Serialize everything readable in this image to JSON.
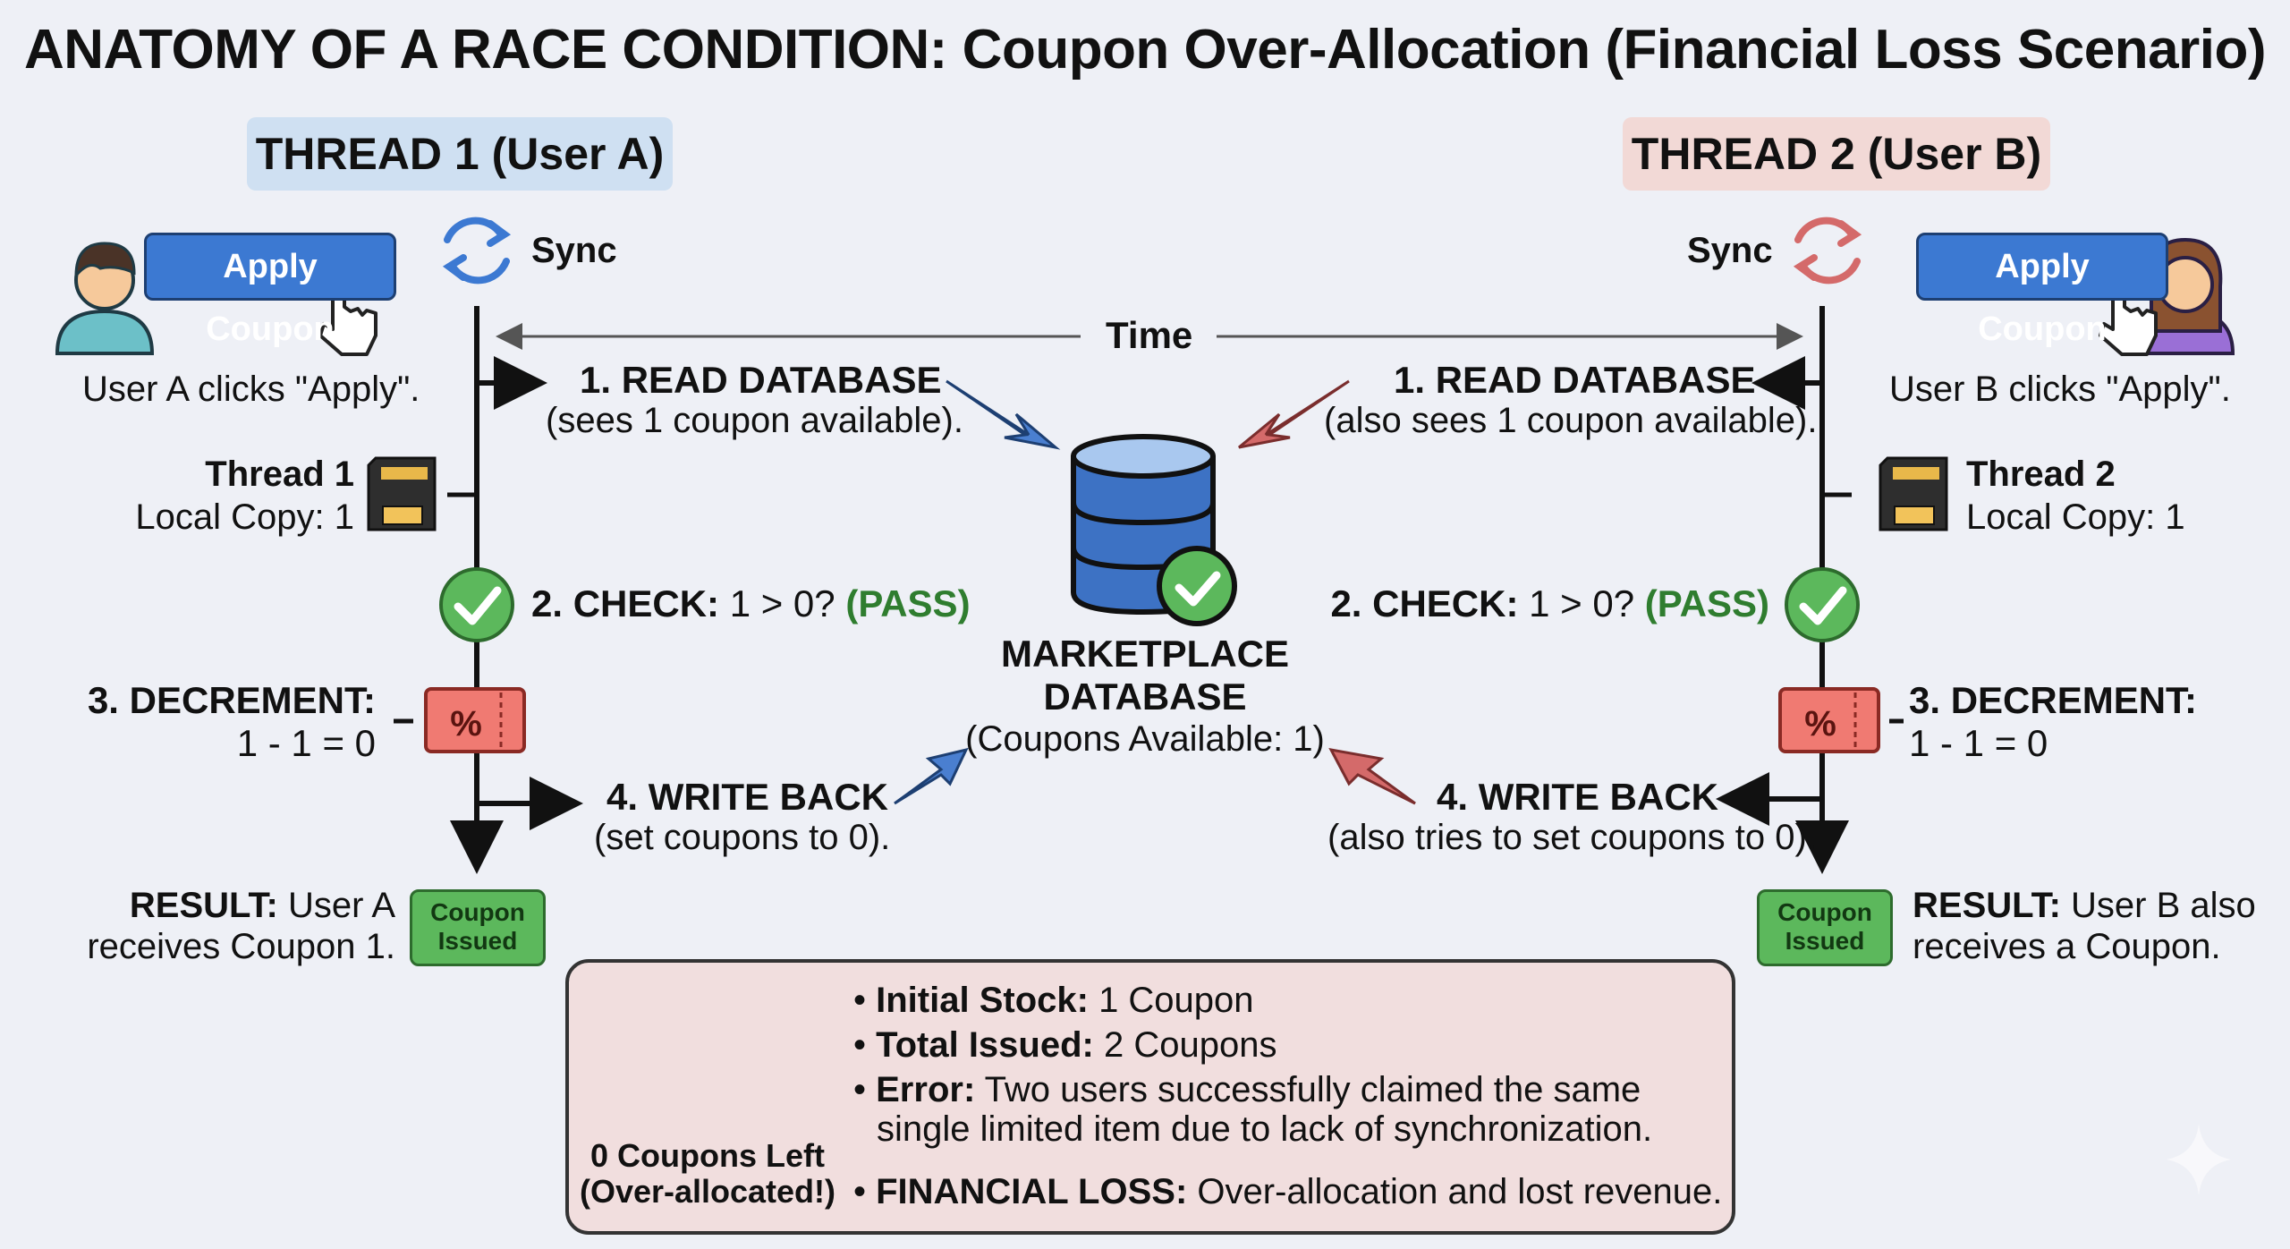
{
  "title": "ANATOMY OF A RACE CONDITION: Coupon Over-Allocation (Financial Loss Scenario)",
  "thread1": {
    "header": "THREAD 1 (User A)",
    "button": "Apply Coupon",
    "click_caption": "User A clicks \"Apply\".",
    "sync": "Sync",
    "step1_title": "1. READ DATABASE",
    "step1_desc": "(sees 1 coupon available).",
    "local_title": "Thread 1",
    "local_value": "Local Copy: 1",
    "step2_label": "2. CHECK:",
    "step2_expr": "1 > 0?",
    "step2_result": "(PASS)",
    "step3_title": "3. DECREMENT:",
    "step3_expr": "1 - 1 = 0",
    "step4_title": "4. WRITE BACK",
    "step4_desc": "(set coupons to 0).",
    "result_label": "RESULT:",
    "result_text_1": "User A",
    "result_text_2": "receives Coupon 1.",
    "ticket_1": "Coupon",
    "ticket_2": "Issued"
  },
  "thread2": {
    "header": "THREAD 2 (User B)",
    "button": "Apply Coupon",
    "click_caption": "User B clicks \"Apply\".",
    "sync": "Sync",
    "step1_title": "1. READ DATABASE",
    "step1_desc": "(also sees 1 coupon available).",
    "local_title": "Thread 2",
    "local_value": "Local Copy: 1",
    "step2_label": "2. CHECK:",
    "step2_expr": "1 > 0?",
    "step2_result": "(PASS)",
    "step3_title": "3. DECREMENT:",
    "step3_expr": "1 - 1 = 0",
    "step4_title": "4. WRITE BACK",
    "step4_desc": "(also tries to set coupons to 0).",
    "result_label": "RESULT:",
    "result_text_1": "User B also",
    "result_text_2": "receives a Coupon.",
    "ticket_1": "Coupon",
    "ticket_2": "Issued"
  },
  "time_label": "Time",
  "database": {
    "line1": "MARKETPLACE",
    "line2": "DATABASE",
    "line3": "(Coupons Available: 1)"
  },
  "summary": {
    "db_caption_1": "0 Coupons Left",
    "db_caption_2": "(Over-allocated!)",
    "initial_label": "Initial Stock:",
    "initial_value": "1 Coupon",
    "issued_label": "Total Issued:",
    "issued_value": "2 Coupons",
    "error_label": "Error:",
    "error_value_1": "Two users successfully claimed the same",
    "error_value_2": "single limited item due to lack of synchronization.",
    "loss_label": "FINANCIAL LOSS:",
    "loss_value": "Over-allocation and lost revenue."
  },
  "colors": {
    "background": "#eef0f6",
    "thread1_header": "#cfe0f2",
    "thread2_header": "#f2d9d6",
    "button_blue": "#3c79d2",
    "pass_green": "#2f7d2f",
    "arrow_blue": "#4a7fd0",
    "arrow_red": "#d46a6a",
    "ticket_green": "#5cb85c",
    "summary_bg": "#f1dede"
  },
  "icons": [
    "user-a-avatar-icon",
    "user-b-avatar-icon",
    "pointer-hand-icon",
    "sync-icon",
    "memory-card-icon",
    "check-circle-icon",
    "discount-ticket-icon",
    "database-icon",
    "sad-face-icon",
    "dollar-down-icon",
    "sparkle-icon"
  ]
}
